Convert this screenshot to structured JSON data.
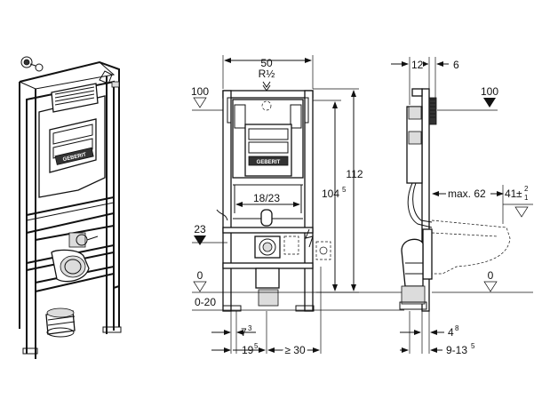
{
  "brand": "GEBERIT",
  "front_view": {
    "width_label": "50",
    "connection_label": "R½",
    "inner_width_label": "18/23",
    "height_label": "112",
    "height2_label": "104",
    "height2_sup": "5",
    "level_top_label": "100",
    "level_mid_label": "23",
    "level_zero_label": "0",
    "floor_range_label": "0-20",
    "bottom_left_label": "7",
    "bottom_left_sup": "3",
    "bottom_mid_label": "19",
    "bottom_mid_sup": "5",
    "bottom_right_label": "≥ 30"
  },
  "side_view": {
    "top_left_label": "12",
    "top_right_label": "6",
    "level_top_label": "100",
    "max_label": "max. 62",
    "offset_label": "41",
    "offset_pm": "±",
    "offset_sup": "2",
    "offset_sub": "1",
    "level_zero_label": "0",
    "bottom_label": "4",
    "bottom_sup": "8",
    "bottom_range_label": "9-13",
    "bottom_range_sup": "5"
  }
}
